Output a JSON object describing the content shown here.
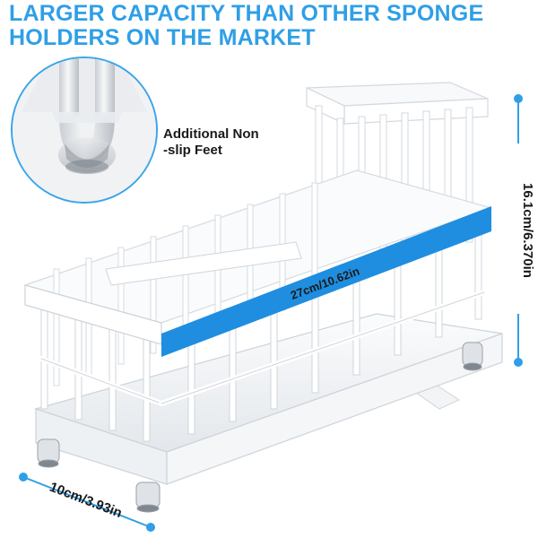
{
  "headline": {
    "line1": "LARGER CAPACITY THAN OTHER SPONGE",
    "line2": "HOLDERS ON THE MARKET"
  },
  "callout": {
    "line1": "Additional Non",
    "line2": "-slip Feet"
  },
  "dimensions": {
    "length_label": "27cm/10.62in",
    "height_label": "16.1cm/6.370in",
    "depth_label": "10cm/3.93in"
  },
  "colors": {
    "accent": "#2f9fe6",
    "band": "#1f8ee0",
    "text": "#1a1a1a",
    "product": "#ffffff"
  }
}
